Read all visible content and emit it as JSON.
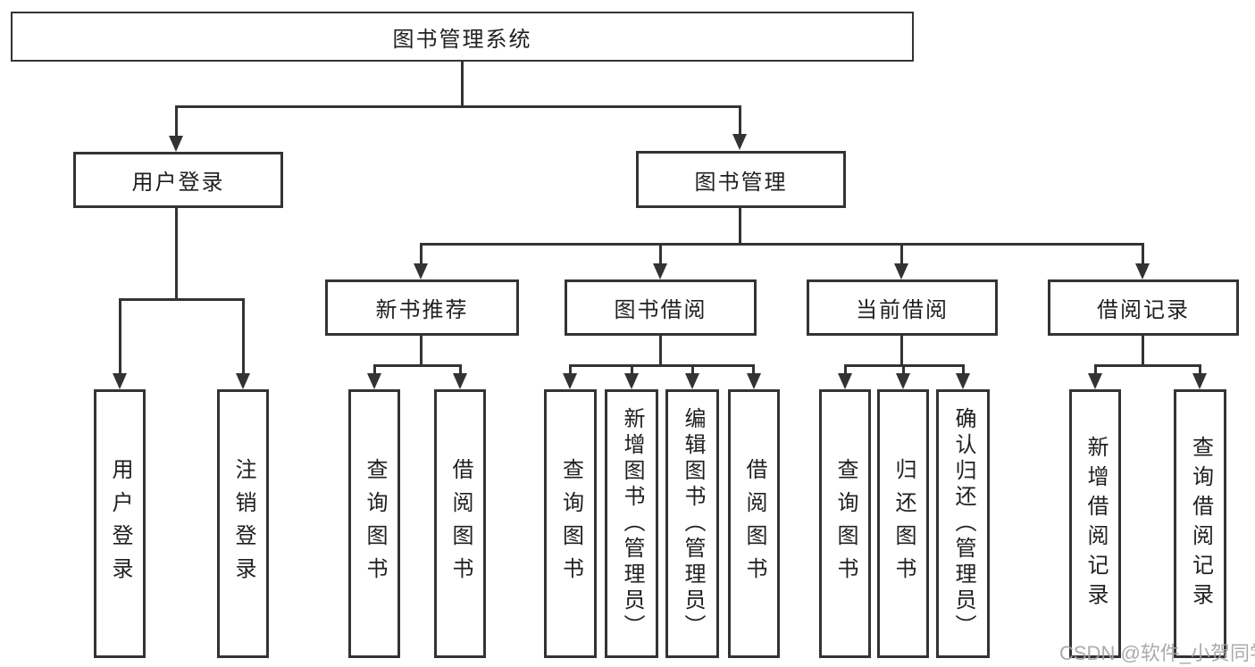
{
  "colors": {
    "background": "#ffffff",
    "line": "#333333",
    "text": "#1f1f1f",
    "watermark": "#a3a3a3"
  },
  "diagram": {
    "title": "图书管理系统",
    "root": {
      "label": "图书管理系统"
    },
    "level2": [
      {
        "id": "user-login",
        "label": "用户登录",
        "parent": "图书管理系统"
      },
      {
        "id": "book-management",
        "label": "图书管理",
        "parent": "图书管理系统"
      }
    ],
    "level3": [
      {
        "id": "new-book-recommendation",
        "label": "新书推荐",
        "parent": "图书管理"
      },
      {
        "id": "book-borrowing",
        "label": "图书借阅",
        "parent": "图书管理"
      },
      {
        "id": "current-borrowing",
        "label": "当前借阅",
        "parent": "图书管理"
      },
      {
        "id": "borrowing-records",
        "label": "借阅记录",
        "parent": "图书管理"
      }
    ],
    "leaves": [
      {
        "id": "user-login-action",
        "label": "用户登录",
        "parent": "用户登录"
      },
      {
        "id": "logout-action",
        "label": "注销登录",
        "parent": "用户登录"
      },
      {
        "id": "query-books-recommend",
        "label": "查询图书",
        "parent": "新书推荐"
      },
      {
        "id": "borrow-books-recommend",
        "label": "借阅图书",
        "parent": "新书推荐"
      },
      {
        "id": "query-books-borrowing",
        "label": "查询图书",
        "parent": "图书借阅"
      },
      {
        "id": "add-books-admin",
        "label": "新增图书（管理员）",
        "parent": "图书借阅"
      },
      {
        "id": "edit-books-admin",
        "label": "编辑图书（管理员）",
        "parent": "图书借阅"
      },
      {
        "id": "borrow-books-borrowing",
        "label": "借阅图书",
        "parent": "图书借阅"
      },
      {
        "id": "query-books-current",
        "label": "查询图书",
        "parent": "当前借阅"
      },
      {
        "id": "return-books",
        "label": "归还图书",
        "parent": "当前借阅"
      },
      {
        "id": "confirm-return-admin",
        "label": "确认归还（管理员）",
        "parent": "当前借阅"
      },
      {
        "id": "add-borrow-record",
        "label": "新增借阅记录",
        "parent": "借阅记录"
      },
      {
        "id": "query-borrow-record",
        "label": "查询借阅记录",
        "parent": "借阅记录"
      }
    ]
  },
  "watermark": {
    "text": "CSDN @软件_小贺同学"
  }
}
